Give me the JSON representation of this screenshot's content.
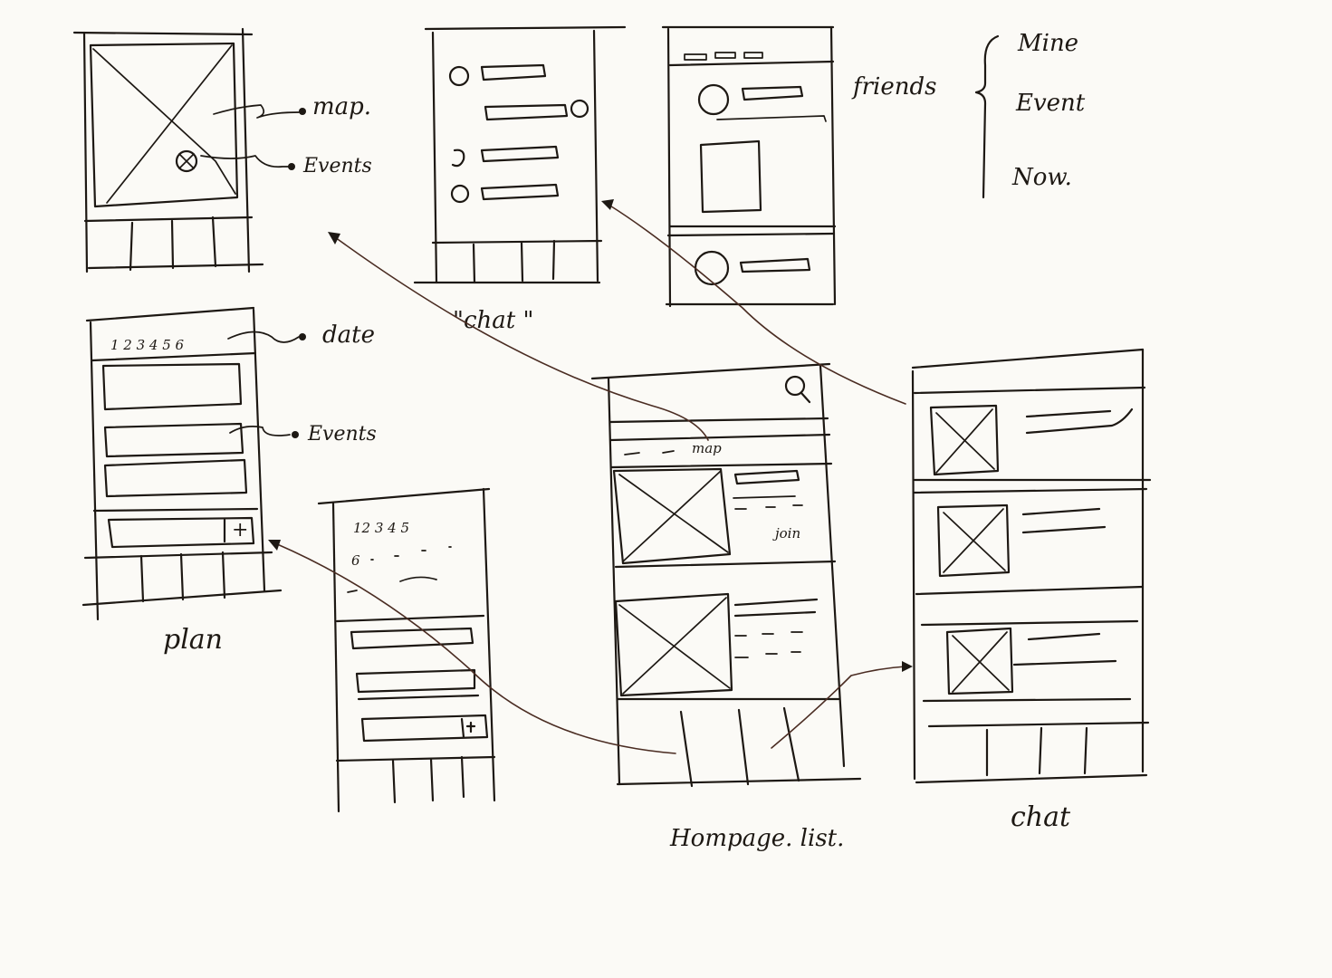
{
  "annotations": {
    "map_top": "map.",
    "events_top": "Events",
    "chat_quote": "\"chat \"",
    "friends": "friends",
    "mine": "Mine",
    "event": "Event",
    "now": "Now.",
    "date": "date",
    "events_mid": "Events",
    "plan": "plan",
    "map_list": "map",
    "join": "join",
    "homepage_list": "Hompage. list.",
    "chat": "chat"
  },
  "date_digits": {
    "plan": "1 2 3 4 5 6",
    "second_row1": "12 3 4 5",
    "second_row2": "6"
  },
  "icons": {
    "search": "search-icon",
    "plus": "+"
  }
}
